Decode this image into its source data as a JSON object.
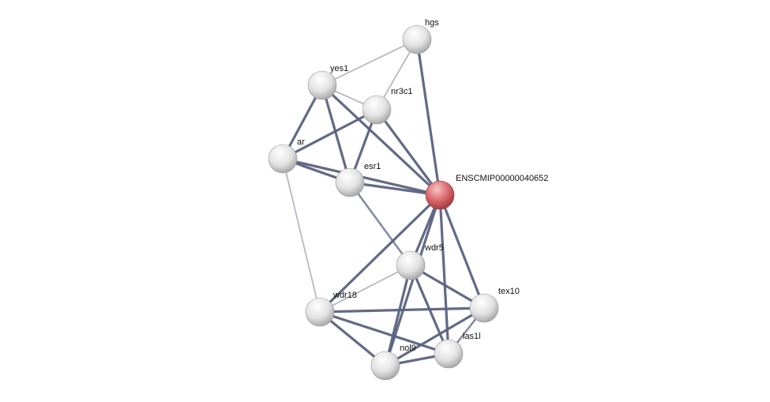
{
  "network": {
    "nodes": [
      {
        "id": "hgs",
        "label": "hgs",
        "query": false
      },
      {
        "id": "yes1",
        "label": "yes1",
        "query": false
      },
      {
        "id": "nr3c1",
        "label": "nr3c1",
        "query": false
      },
      {
        "id": "ar",
        "label": "ar",
        "query": false
      },
      {
        "id": "esr1",
        "label": "esr1",
        "query": false
      },
      {
        "id": "ENSCMIP00000040652",
        "label": "ENSCMIP00000040652",
        "query": true
      },
      {
        "id": "wdr5",
        "label": "wdr5",
        "query": false
      },
      {
        "id": "wdr18",
        "label": "wdr18",
        "query": false
      },
      {
        "id": "tex10",
        "label": "tex10",
        "query": false
      },
      {
        "id": "las1l",
        "label": "las1l",
        "query": false
      },
      {
        "id": "nol9",
        "label": "nol9",
        "query": false
      }
    ],
    "edges": [
      [
        "hgs",
        "yes1",
        0.4
      ],
      [
        "hgs",
        "nr3c1",
        0.3
      ],
      [
        "hgs",
        "ENSCMIP00000040652",
        0.9
      ],
      [
        "yes1",
        "nr3c1",
        0.3
      ],
      [
        "yes1",
        "ar",
        0.9
      ],
      [
        "yes1",
        "esr1",
        0.9
      ],
      [
        "yes1",
        "ENSCMIP00000040652",
        0.9
      ],
      [
        "nr3c1",
        "ar",
        0.9
      ],
      [
        "nr3c1",
        "esr1",
        0.9
      ],
      [
        "nr3c1",
        "ENSCMIP00000040652",
        0.9
      ],
      [
        "ar",
        "esr1",
        0.9
      ],
      [
        "ar",
        "ENSCMIP00000040652",
        0.9
      ],
      [
        "ar",
        "wdr18",
        0.5
      ],
      [
        "esr1",
        "ENSCMIP00000040652",
        0.9
      ],
      [
        "esr1",
        "wdr5",
        0.7
      ],
      [
        "ENSCMIP00000040652",
        "wdr5",
        0.9
      ],
      [
        "ENSCMIP00000040652",
        "wdr18",
        0.9
      ],
      [
        "ENSCMIP00000040652",
        "tex10",
        0.9
      ],
      [
        "ENSCMIP00000040652",
        "las1l",
        0.9
      ],
      [
        "ENSCMIP00000040652",
        "nol9",
        0.9
      ],
      [
        "wdr5",
        "wdr18",
        0.4
      ],
      [
        "wdr5",
        "nol9",
        0.9
      ],
      [
        "wdr5",
        "las1l",
        0.9
      ],
      [
        "wdr5",
        "tex10",
        0.9
      ],
      [
        "wdr18",
        "tex10",
        0.9
      ],
      [
        "wdr18",
        "las1l",
        0.9
      ],
      [
        "wdr18",
        "nol9",
        0.9
      ],
      [
        "tex10",
        "las1l",
        0.6
      ],
      [
        "tex10",
        "nol9",
        0.9
      ],
      [
        "nol9",
        "las1l",
        0.9
      ]
    ],
    "colors": {
      "edge": "#5a6280",
      "node": "#e8e8e8",
      "query_node": "#d9666a"
    }
  }
}
